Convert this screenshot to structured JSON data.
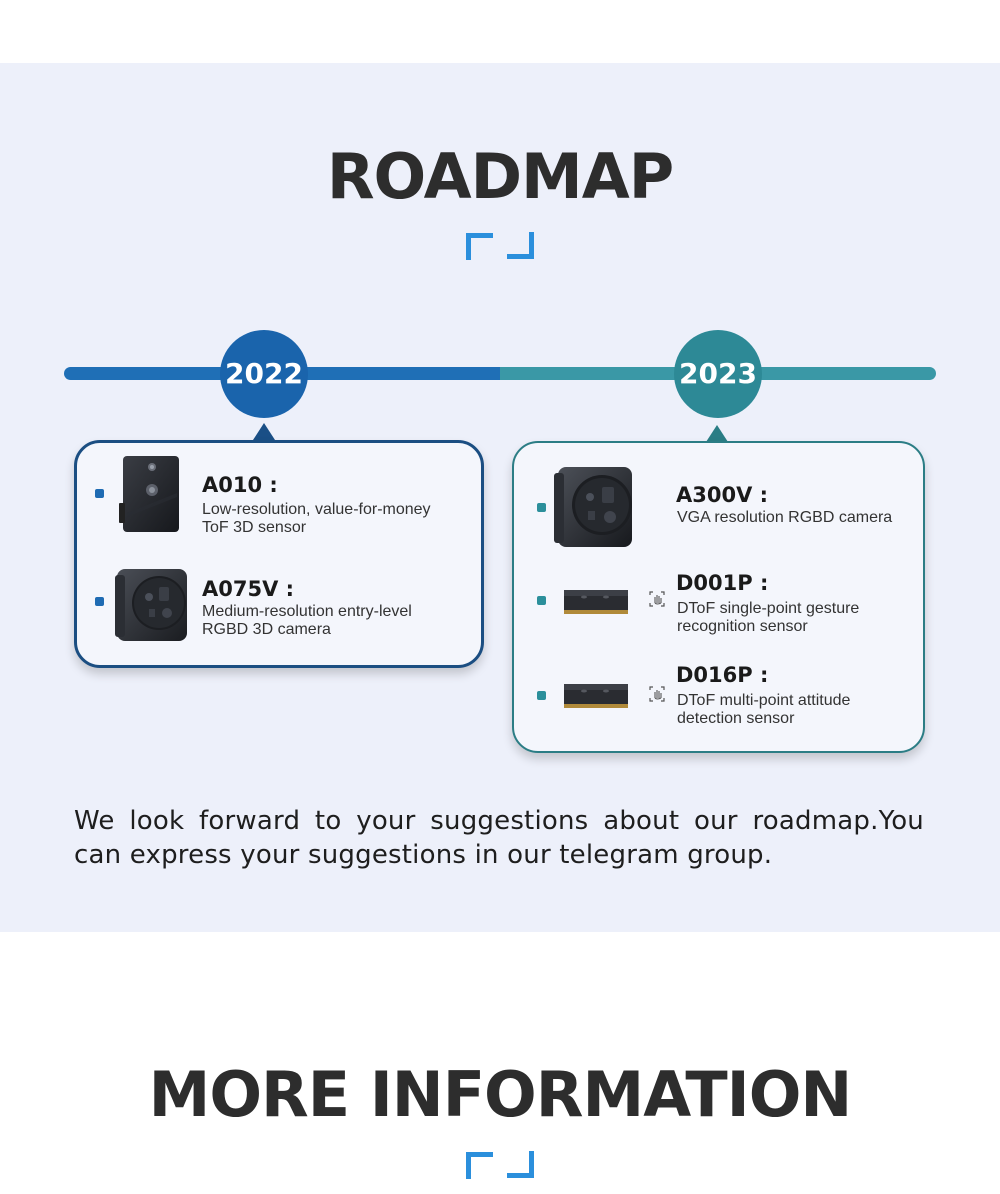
{
  "roadmap": {
    "title": "ROADMAP",
    "years": [
      {
        "label": "2022",
        "color": "#1a64ac"
      },
      {
        "label": "2023",
        "color": "#2d8996"
      }
    ],
    "products_2022": [
      {
        "name": "A010 :",
        "desc_line1": "Low-resolution, value-for-money",
        "desc_line2": "ToF 3D sensor",
        "image": "a010-sensor-image"
      },
      {
        "name": "A075V :",
        "desc_line1": "Medium-resolution entry-level",
        "desc_line2": "RGBD 3D camera",
        "image": "a075v-camera-image"
      }
    ],
    "products_2023": [
      {
        "name": "A300V :",
        "desc_line1": "VGA resolution RGBD camera",
        "desc_line2": "",
        "image": "a300v-camera-image"
      },
      {
        "name": "D001P :",
        "desc_line1": "DToF single-point gesture",
        "desc_line2": "recognition sensor",
        "image": "d001p-chip-image",
        "icon": "hand-gesture-icon"
      },
      {
        "name": "D016P :",
        "desc_line1": "DToF multi-point attitude",
        "desc_line2": "detection sensor",
        "image": "d016p-chip-image",
        "icon": "hand-gesture-icon"
      }
    ],
    "note": "We look forward to your suggestions about our roadmap.You can express your suggestions in our telegram group."
  },
  "more_info": {
    "title": "MORE INFORMATION"
  },
  "colors": {
    "accent_blue": "#2b8fdc",
    "year_2022": "#1a64ac",
    "year_2023": "#2d8996",
    "panel_bg": "#edf0fa"
  }
}
